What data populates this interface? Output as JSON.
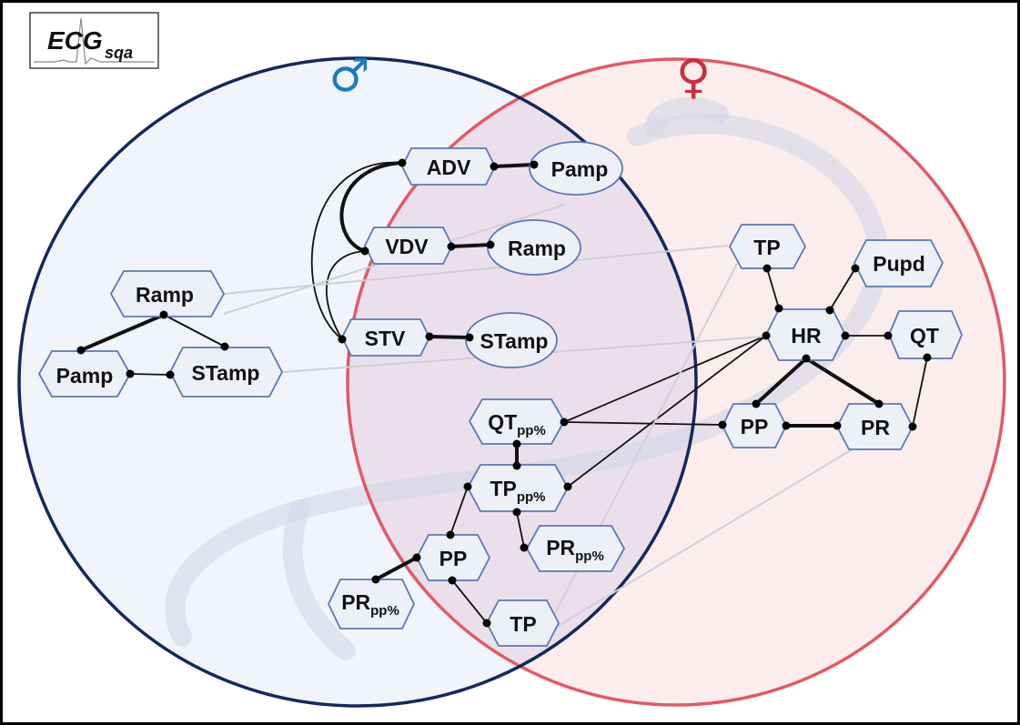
{
  "logo": {
    "main": "ECG",
    "sub": "sqa"
  },
  "legend": {
    "male_symbol": "♂",
    "female_symbol": "♀",
    "male_color": "#1a7bbf",
    "female_color": "#c8303e"
  },
  "colors": {
    "male_circle": "#14285c",
    "female_circle": "#e05a66",
    "male_fill": "#f1f4fa",
    "female_fill": "#fbecee",
    "overlap_fill": "#ecdfec",
    "node_stroke": "#5a78b4",
    "node_fill": "#eef0f8",
    "edge": "#111111"
  },
  "nodes": {
    "adv": {
      "label": "ADV"
    },
    "pamp_top": {
      "label": "Pamp"
    },
    "vdv": {
      "label": "VDV"
    },
    "ramp_mid": {
      "label": "Ramp"
    },
    "stv": {
      "label": "STV"
    },
    "stamp_mid": {
      "label": "STamp"
    },
    "ramp_left": {
      "label": "Ramp"
    },
    "pamp_left": {
      "label": "Pamp"
    },
    "stamp_left": {
      "label": "STamp"
    },
    "tp_right": {
      "label": "TP"
    },
    "pupd": {
      "label": "Pupd"
    },
    "hr": {
      "label": "HR"
    },
    "qt": {
      "label": "QT"
    },
    "pp_right": {
      "label": "PP"
    },
    "pr_right": {
      "label": "PR"
    },
    "qtpp": {
      "label": "QT",
      "sub": "pp%"
    },
    "tppp": {
      "label": "TP",
      "sub": "pp%"
    },
    "prpp_mid": {
      "label": "PR",
      "sub": "pp%"
    },
    "pp_mid": {
      "label": "PP"
    },
    "prpp_left": {
      "label": "PR",
      "sub": "pp%"
    },
    "tp_bottom": {
      "label": "TP"
    }
  }
}
